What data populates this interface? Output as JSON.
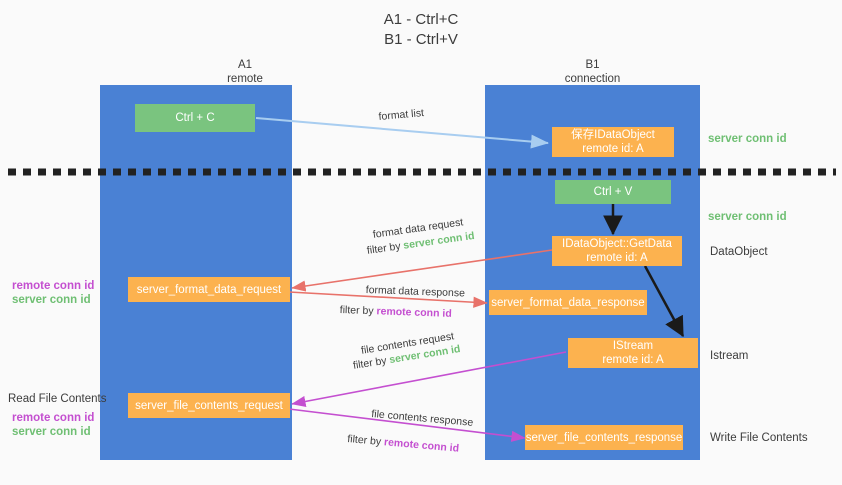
{
  "title": "A1 - Ctrl+C\nB1 - Ctrl+V",
  "columns": [
    {
      "name": "A1",
      "subtitle": "remote",
      "header": "A1\nremote"
    },
    {
      "name": "B1",
      "subtitle": "connection",
      "header": "B1\nconnection"
    }
  ],
  "nodes": {
    "ctrl_c": "Ctrl + C",
    "ctrl_v": "Ctrl + V",
    "save_idataobject": "保存IDataObject\nremote id: A",
    "idataobject_getdata": "IDataObject::GetData\nremote id: A",
    "istream": "IStream\nremote id: A",
    "server_format_data_request": "server_format_data_request",
    "server_format_data_response": "server_format_data_response",
    "server_file_contents_request": "server_file_contents_request",
    "server_file_contents_response": "server_file_contents_response"
  },
  "edges": {
    "format_list": "format list",
    "format_data_request": "format data request",
    "format_data_request_filter_prefix": "filter by ",
    "format_data_request_filter_value": "server conn id",
    "format_data_response": "format data response",
    "format_data_response_filter_prefix": "filter by ",
    "format_data_response_filter_value": "remote conn id",
    "file_contents_request": "file contents request",
    "file_contents_request_filter_prefix": "filter by ",
    "file_contents_request_filter_value": "server conn id",
    "file_contents_response": "file contents response",
    "file_contents_response_filter_prefix": "filter by ",
    "file_contents_response_filter_value": "remote conn id"
  },
  "right_annotations": {
    "server_conn_id_top": "server conn id",
    "server_conn_id_second": "server conn id",
    "dataobject": "DataObject",
    "istream": "Istream",
    "write_file_contents": "Write File Contents"
  },
  "left_annotations": {
    "remote_conn_id_upper": "remote conn id",
    "server_conn_id_upper": "server conn id",
    "read_file_contents": "Read File Contents",
    "remote_conn_id_lower": "remote conn id",
    "server_conn_id_lower": "server conn id"
  },
  "colors": {
    "background": "#fafafa",
    "lane": "#4a81d4",
    "node_green": "#7ac47f",
    "node_orange": "#fcb24f",
    "arrow_light_blue": "#a8cdf0",
    "arrow_red": "#e8726a",
    "arrow_black": "#1a1a1a",
    "arrow_purple": "#c44fd0",
    "text_green": "#6fbf73",
    "text_purple": "#c44fd0",
    "text_default": "#3c3c3c",
    "divider": "#222222"
  }
}
